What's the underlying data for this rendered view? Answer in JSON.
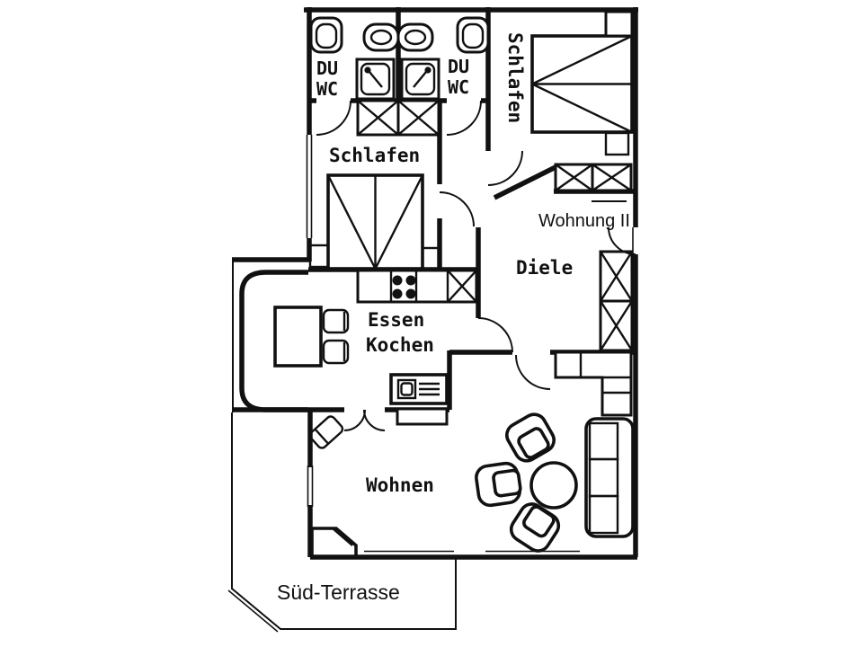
{
  "colors": {
    "ink": "#111111",
    "paper": "#ffffff"
  },
  "labels": {
    "bath_left": {
      "line1": "DU",
      "line2": "WC"
    },
    "bath_right": {
      "line1": "DU",
      "line2": "WC"
    },
    "bedroom_left": "Schlafen",
    "bedroom_right": "Schlafen",
    "hallway": "Diele",
    "dining": "Essen",
    "kitchen": "Kochen",
    "living": "Wohnen",
    "apartment": "Wohnung II",
    "terrace": "Süd-Terrasse"
  },
  "symbols": {
    "bathroom": [
      "toilet",
      "wash-basin",
      "shower"
    ],
    "bedroom": [
      "double-bed",
      "nightstand",
      "wardrobe-x"
    ],
    "kitchen": [
      "counter",
      "stove-4-burners",
      "sink-cabinet-x"
    ],
    "dining": [
      "bay-window",
      "dining-table",
      "chair"
    ],
    "living": [
      "tv-cabinet",
      "lowboard",
      "sofa-3-seat",
      "armchair",
      "round-table",
      "corner-unit",
      "shelf-l-unit",
      "side-chair"
    ],
    "hallway": [
      "tall-cabinet-x",
      "entrance-door"
    ]
  }
}
